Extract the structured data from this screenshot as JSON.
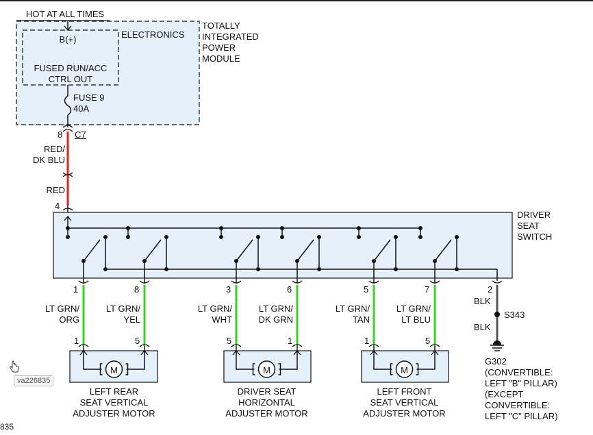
{
  "title_label": "HOT AT ALL TIMES",
  "tipm": {
    "name": "TOTALLY\nINTEGRATED\nPOWER\nMODULE",
    "electronics": "ELECTRONICS",
    "bplus": "B(+)",
    "fused_out": "FUSED RUN/ACC\nCTRL OUT",
    "fuse": "FUSE 9\n40A"
  },
  "connector_c7": {
    "pin": "8",
    "name": "C7"
  },
  "wires": {
    "feed_upper": "RED/\nDK BLU",
    "feed_lower": "RED",
    "switch_pin": "4"
  },
  "switch": {
    "name": "DRIVER\nSEAT\nSWITCH"
  },
  "outputs": [
    {
      "pin": "1",
      "color": "LT GRN/\nORG"
    },
    {
      "pin": "8",
      "color": "LT GRN/\nYEL"
    },
    {
      "pin": "3",
      "color": "LT GRN/\nWHT"
    },
    {
      "pin": "6",
      "color": "LT GRN/\nDK GRN"
    },
    {
      "pin": "5",
      "color": "LT GRN/\nTAN"
    },
    {
      "pin": "7",
      "color": "LT GRN/\nLT BLU"
    }
  ],
  "ground": {
    "pin": "2",
    "wire_upper": "BLK",
    "splice": "S343",
    "wire_lower": "BLK",
    "location": "G302\n(CONVERTIBLE:\nLEFT \"B\" PILLAR)\n(EXCEPT\nCONVERTIBLE:\nLEFT \"C\" PILLAR)"
  },
  "motors": [
    {
      "name": "LEFT REAR\nSEAT VERTICAL\nADJUSTER MOTOR",
      "pin_left": "1",
      "pin_right": "5",
      "symbol": "M"
    },
    {
      "name": "DRIVER SEAT\nHORIZONTAL\nADJUSTER MOTOR",
      "pin_left": "5",
      "pin_right": "1",
      "symbol": "M"
    },
    {
      "name": "LEFT FRONT\nSEAT VERTICAL\nADJUSTER MOTOR",
      "pin_left": "1",
      "pin_right": "5",
      "symbol": "M"
    }
  ],
  "image_tag": "va226835",
  "corner_text": "835",
  "colors": {
    "box_fill": "#e5f1fa",
    "red_wire": "#e02020",
    "green_wire": "#39d022",
    "line": "#111111"
  }
}
